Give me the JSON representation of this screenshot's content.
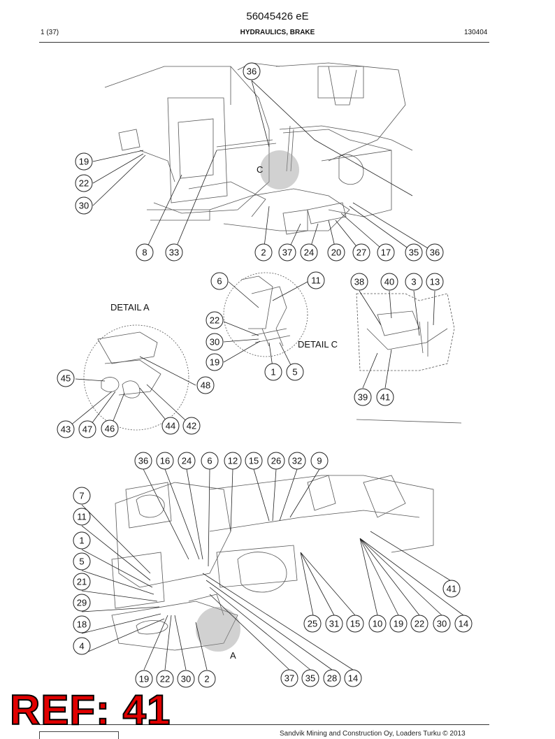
{
  "header": {
    "doc_number": "56045426 eE",
    "page": "1 (37)",
    "title": "HYDRAULICS, BRAKE",
    "date_code": "130404"
  },
  "labels": {
    "detail_a": "DETAIL A",
    "detail_c": "DETAIL C",
    "letter_c": "C",
    "letter_a": "A"
  },
  "callouts": {
    "top": [
      "36",
      "19",
      "22",
      "30",
      "8",
      "33",
      "2",
      "37",
      "24",
      "20",
      "27",
      "17",
      "35",
      "36"
    ],
    "detail_c": [
      "6",
      "11",
      "22",
      "30",
      "19",
      "1",
      "5"
    ],
    "detail_right": [
      "38",
      "40",
      "3",
      "13",
      "39",
      "41"
    ],
    "detail_a": [
      "45",
      "48",
      "43",
      "47",
      "46",
      "44",
      "42"
    ],
    "bottom": [
      "36",
      "16",
      "24",
      "6",
      "12",
      "15",
      "26",
      "32",
      "9",
      "7",
      "11",
      "1",
      "5",
      "21",
      "29",
      "18",
      "4",
      "41",
      "25",
      "31",
      "15",
      "10",
      "19",
      "22",
      "30",
      "14",
      "19",
      "22",
      "30",
      "2",
      "37",
      "35",
      "28",
      "14"
    ]
  },
  "footer": {
    "copyright": "Sandvik Mining and Construction Oy, Loaders Turku © 2013"
  },
  "overlay": {
    "ref_text": "REF: 41",
    "color": "#e00000"
  }
}
